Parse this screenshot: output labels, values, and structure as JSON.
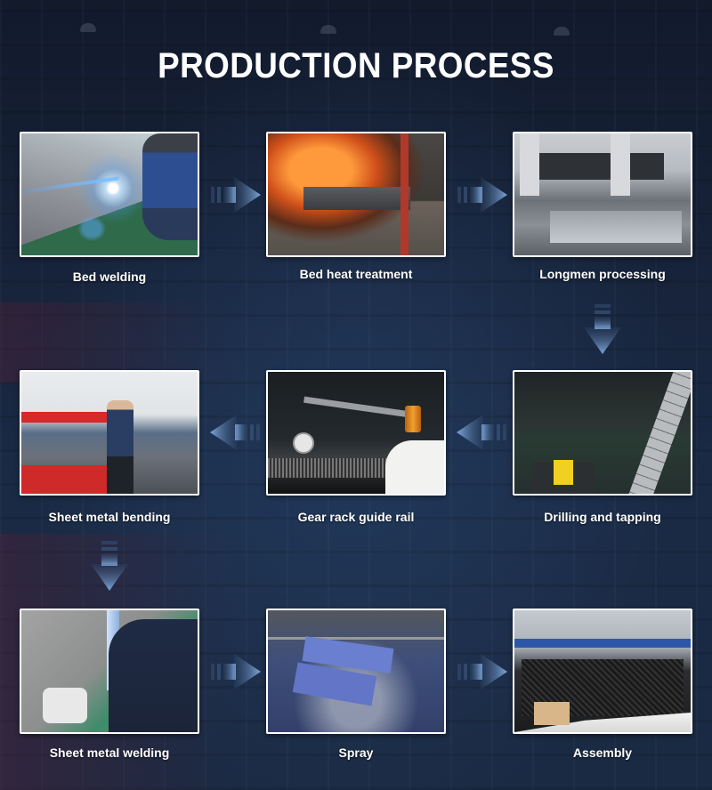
{
  "page": {
    "title": "PRODUCTION PROCESS"
  },
  "colors": {
    "background_top": "#121a2c",
    "background_bottom": "#1b2a43",
    "arrow_light": "#7ea8dc",
    "arrow_dark": "#3b5478",
    "tile_border": "#ffffff",
    "text": "#ffffff"
  },
  "steps": [
    {
      "index": 1,
      "label": "Bed welding",
      "image": "welding-photo"
    },
    {
      "index": 2,
      "label": "Bed heat treatment",
      "image": "heat-treatment-furnace-photo"
    },
    {
      "index": 3,
      "label": "Longmen processing",
      "image": "gantry-milling-machine-photo"
    },
    {
      "index": 4,
      "label": "Drilling and tapping",
      "image": "linear-rail-drilling-photo"
    },
    {
      "index": 5,
      "label": "Gear rack guide rail",
      "image": "gear-rack-dial-gauge-photo"
    },
    {
      "index": 6,
      "label": "Sheet metal bending",
      "image": "press-brake-bending-photo"
    },
    {
      "index": 7,
      "label": "Sheet metal welding",
      "image": "sheet-metal-welding-photo"
    },
    {
      "index": 8,
      "label": "Spray",
      "image": "spray-painting-photo"
    },
    {
      "index": 9,
      "label": "Assembly",
      "image": "laser-cutter-assembly-photo"
    }
  ],
  "arrows": [
    {
      "from": 1,
      "to": 2,
      "direction": "right",
      "icon": "arrow-right-icon"
    },
    {
      "from": 2,
      "to": 3,
      "direction": "right",
      "icon": "arrow-right-icon"
    },
    {
      "from": 3,
      "to": 4,
      "direction": "down",
      "icon": "arrow-down-icon"
    },
    {
      "from": 4,
      "to": 5,
      "direction": "left",
      "icon": "arrow-left-icon"
    },
    {
      "from": 5,
      "to": 6,
      "direction": "left",
      "icon": "arrow-left-icon"
    },
    {
      "from": 6,
      "to": 7,
      "direction": "down",
      "icon": "arrow-down-icon"
    },
    {
      "from": 7,
      "to": 8,
      "direction": "right",
      "icon": "arrow-right-icon"
    },
    {
      "from": 8,
      "to": 9,
      "direction": "right",
      "icon": "arrow-right-icon"
    }
  ]
}
